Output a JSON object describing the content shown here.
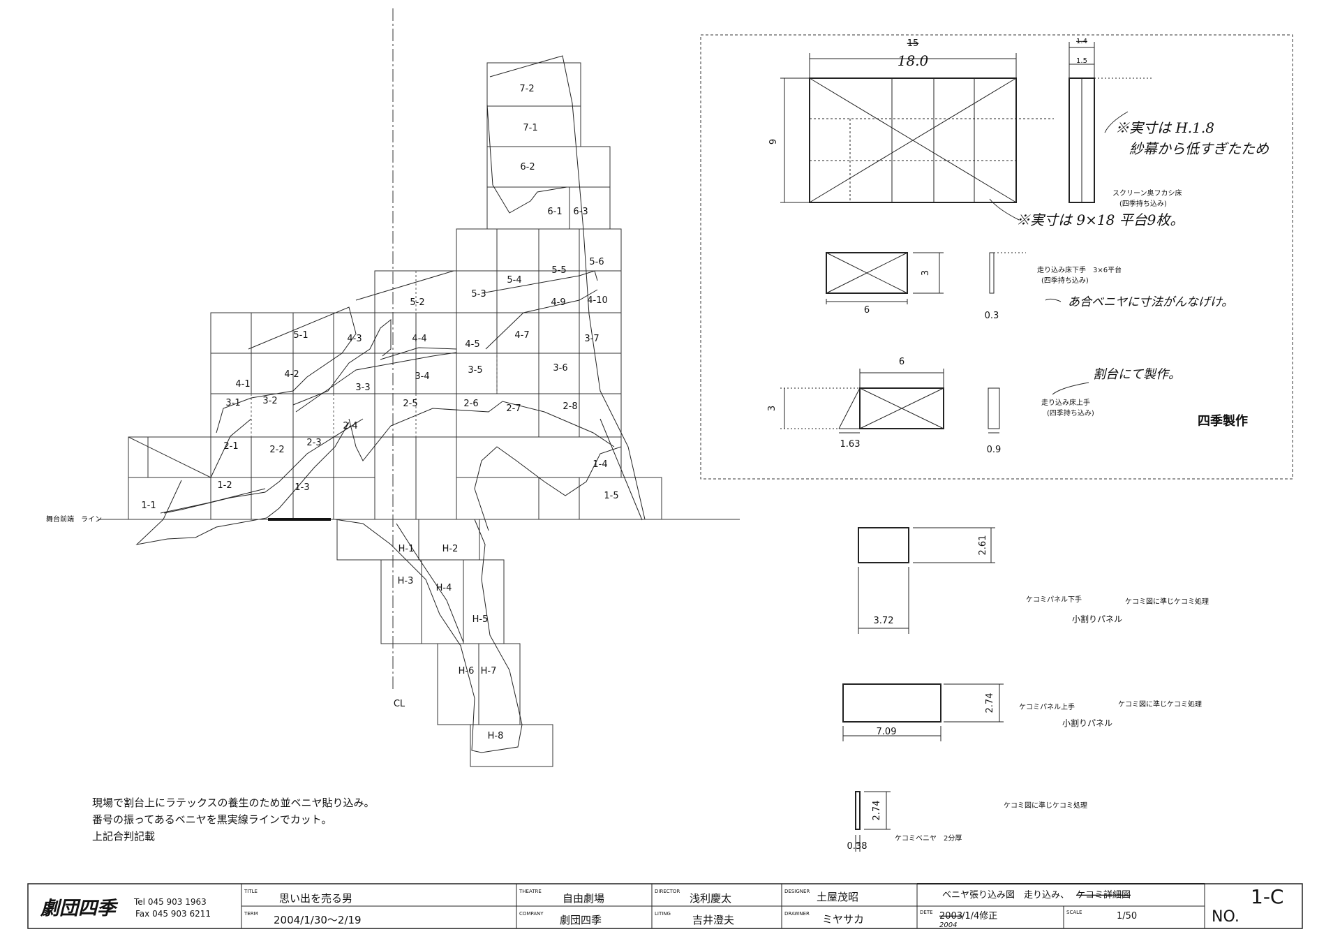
{
  "plan": {
    "panels": [
      {
        "id": "p-7-2",
        "label": "7-2"
      },
      {
        "id": "p-7-1",
        "label": "7-1"
      },
      {
        "id": "p-6-2",
        "label": "6-2"
      },
      {
        "id": "p-6-1",
        "label": "6-1"
      },
      {
        "id": "p-6-3",
        "label": "6-3"
      },
      {
        "id": "p-5-2",
        "label": "5-2"
      },
      {
        "id": "p-5-3",
        "label": "5-3"
      },
      {
        "id": "p-5-4",
        "label": "5-4"
      },
      {
        "id": "p-5-5",
        "label": "5-5"
      },
      {
        "id": "p-5-6",
        "label": "5-6"
      },
      {
        "id": "p-4-9",
        "label": "4-9"
      },
      {
        "id": "p-4-10",
        "label": "4-10"
      },
      {
        "id": "p-5-1",
        "label": "5-1"
      },
      {
        "id": "p-4-3",
        "label": "4-3"
      },
      {
        "id": "p-4-4",
        "label": "4-4"
      },
      {
        "id": "p-4-5",
        "label": "4-5"
      },
      {
        "id": "p-4-7",
        "label": "4-7"
      },
      {
        "id": "p-3-7",
        "label": "3-7"
      },
      {
        "id": "p-4-1",
        "label": "4-1"
      },
      {
        "id": "p-4-2",
        "label": "4-2"
      },
      {
        "id": "p-3-3",
        "label": "3-3"
      },
      {
        "id": "p-3-4",
        "label": "3-4"
      },
      {
        "id": "p-3-5",
        "label": "3-5"
      },
      {
        "id": "p-3-6",
        "label": "3-6"
      },
      {
        "id": "p-3-1",
        "label": "3-1"
      },
      {
        "id": "p-3-2",
        "label": "3-2"
      },
      {
        "id": "p-2-5",
        "label": "2-5"
      },
      {
        "id": "p-2-6",
        "label": "2-6"
      },
      {
        "id": "p-2-7",
        "label": "2-7"
      },
      {
        "id": "p-2-8",
        "label": "2-8"
      },
      {
        "id": "p-2-4",
        "label": "2-4"
      },
      {
        "id": "p-2-1",
        "label": "2-1"
      },
      {
        "id": "p-2-2",
        "label": "2-2"
      },
      {
        "id": "p-2-3",
        "label": "2-3"
      },
      {
        "id": "p-1-4",
        "label": "1-4"
      },
      {
        "id": "p-1-1",
        "label": "1-1"
      },
      {
        "id": "p-1-2",
        "label": "1-2"
      },
      {
        "id": "p-1-3",
        "label": "1-3"
      },
      {
        "id": "p-1-5",
        "label": "1-5"
      },
      {
        "id": "p-h-1",
        "label": "H-1"
      },
      {
        "id": "p-h-2",
        "label": "H-2"
      },
      {
        "id": "p-h-3",
        "label": "H-3"
      },
      {
        "id": "p-h-4",
        "label": "H-4"
      },
      {
        "id": "p-h-5",
        "label": "H-5"
      },
      {
        "id": "p-h-6",
        "label": "H-6"
      },
      {
        "id": "p-h-7",
        "label": "H-7"
      },
      {
        "id": "p-h-8",
        "label": "H-8"
      }
    ],
    "cl_label": "CL",
    "stage_front_label": "舞台前端　ライン"
  },
  "details": {
    "screen_floor": {
      "dim_struck_top": "15",
      "dim_top": "18.0",
      "dim_side_struck": "1.4",
      "dim_side": "1.5",
      "dim_height": "9",
      "label": "スクリーン奥フカシ床",
      "sub": "(四季持ち込み)",
      "hand_note_1": "※実寸は H.1.8",
      "hand_note_2": "紗幕から低すぎたため",
      "hand_note_3": "※実寸は 9×18 平台9枚。"
    },
    "runin_shimote": {
      "dim_w": "6",
      "dim_h": "3",
      "dim_t": "0.3",
      "label": "走り込み床下手　3×6平台",
      "sub": "(四季持ち込み)",
      "hand_note": "あ合ベニヤに寸法がんなげけ。"
    },
    "runin_kamite": {
      "dim_w": "6",
      "dim_h": "3",
      "dim_off": "1.63",
      "dim_t": "0.9",
      "label": "走り込み床上手",
      "sub": "(四季持ち込み)",
      "hand_note": "割台にて製作。",
      "maker": "四季製作"
    },
    "kekomi_shimote": {
      "dim_w": "3.72",
      "dim_h": "2.61",
      "label": "ケコミパネル下手",
      "note": "ケコミ図に準じケコミ処理",
      "sub": "小割りパネル"
    },
    "kekomi_kamite": {
      "dim_w": "7.09",
      "dim_h": "2.74",
      "label": "ケコミパネル上手",
      "note": "ケコミ図に準じケコミ処理",
      "sub": "小割りパネル"
    },
    "kekomi_veneer": {
      "dim_w": "0.38",
      "dim_h": "2.74",
      "label": "ケコミベニヤ　2分厚",
      "note": "ケコミ図に準じケコミ処理"
    }
  },
  "notes": [
    "現場で割台上にラテックスの養生のため並ベニヤ貼り込み。",
    "番号の振ってあるベニヤを黒実線ラインでカット。",
    "上記合判記載"
  ],
  "title_block": {
    "company_logo": "劇団四季",
    "tel": "Tel 045 903 1963",
    "fax": "Fax 045 903 6211",
    "title_key": "TITLE",
    "title": "思い出を売る男",
    "term_key": "TERM",
    "term": "2004/1/30〜2/19",
    "theatre_key": "THEATRE",
    "theatre": "自由劇場",
    "company_key": "COMPANY",
    "company": "劇団四季",
    "director_key": "DIRECTOR",
    "director": "浅利慶太",
    "lighting_key": "LITING",
    "lighting": "吉井澄夫",
    "designer_key": "DESIGNER",
    "designer": "土屋茂昭",
    "drawner_key": "DRAWNER",
    "drawner": "ミヤサカ",
    "drawing_title": "ベニヤ張り込み図　走り込み、",
    "drawing_title_struck": "ケコミ詳細図",
    "date_key": "DETE",
    "date_struck": "2003",
    "date": "/1/4修正",
    "date_hand": "2004",
    "scale_key": "SCALE",
    "scale": "1/50",
    "sheet_no": "1-C",
    "no_label": "NO."
  }
}
